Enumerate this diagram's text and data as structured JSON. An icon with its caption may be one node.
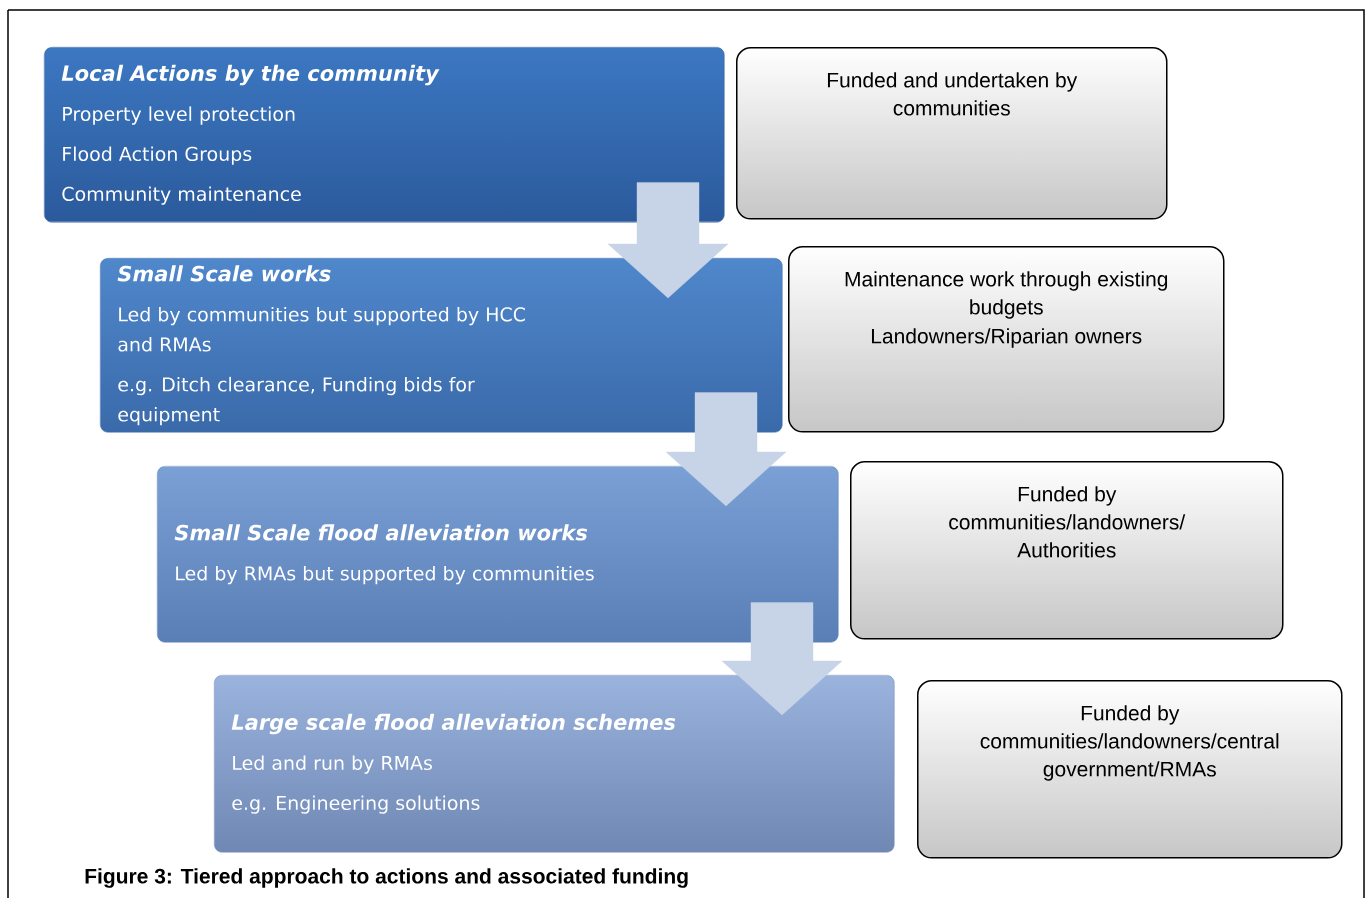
{
  "diagram": {
    "caption": "Figure 3: Tiered approach to actions and associated funding",
    "nodes": [
      {
        "text": [
          "Local Actions by the community",
          "Property level protection",
          "Flood Action Groups",
          "Community maintenance"
        ]
      },
      {
        "text": [
          "Funded and undertaken by communities"
        ]
      },
      {
        "text": [
          "Small Scale works",
          "Led by communities but supported by HCC and RMAs",
          "e.g. Ditch clearance, Funding bids for equipment"
        ]
      },
      {
        "text": [
          "Maintenance work through existing budgets",
          "Landowners/Riparian owners"
        ]
      },
      {
        "text": [
          "Small Scale flood alleviation works",
          "Led by RMAs but supported by communities"
        ]
      },
      {
        "text": [
          "Funded by communities/landowners/ Authorities"
        ]
      },
      {
        "text": [
          "Large scale flood alleviation schemes",
          "Led and run by RMAs",
          "e.g. Engineering solutions"
        ]
      },
      {
        "text": [
          "Funded by communities/landowners/central government/RMAs"
        ]
      }
    ],
    "edges": [
      {
        "from": 0,
        "to": 2,
        "arrow": "to"
      },
      {
        "from": 2,
        "to": 4,
        "arrow": "to"
      },
      {
        "from": 4,
        "to": 6,
        "arrow": "to"
      }
    ]
  }
}
